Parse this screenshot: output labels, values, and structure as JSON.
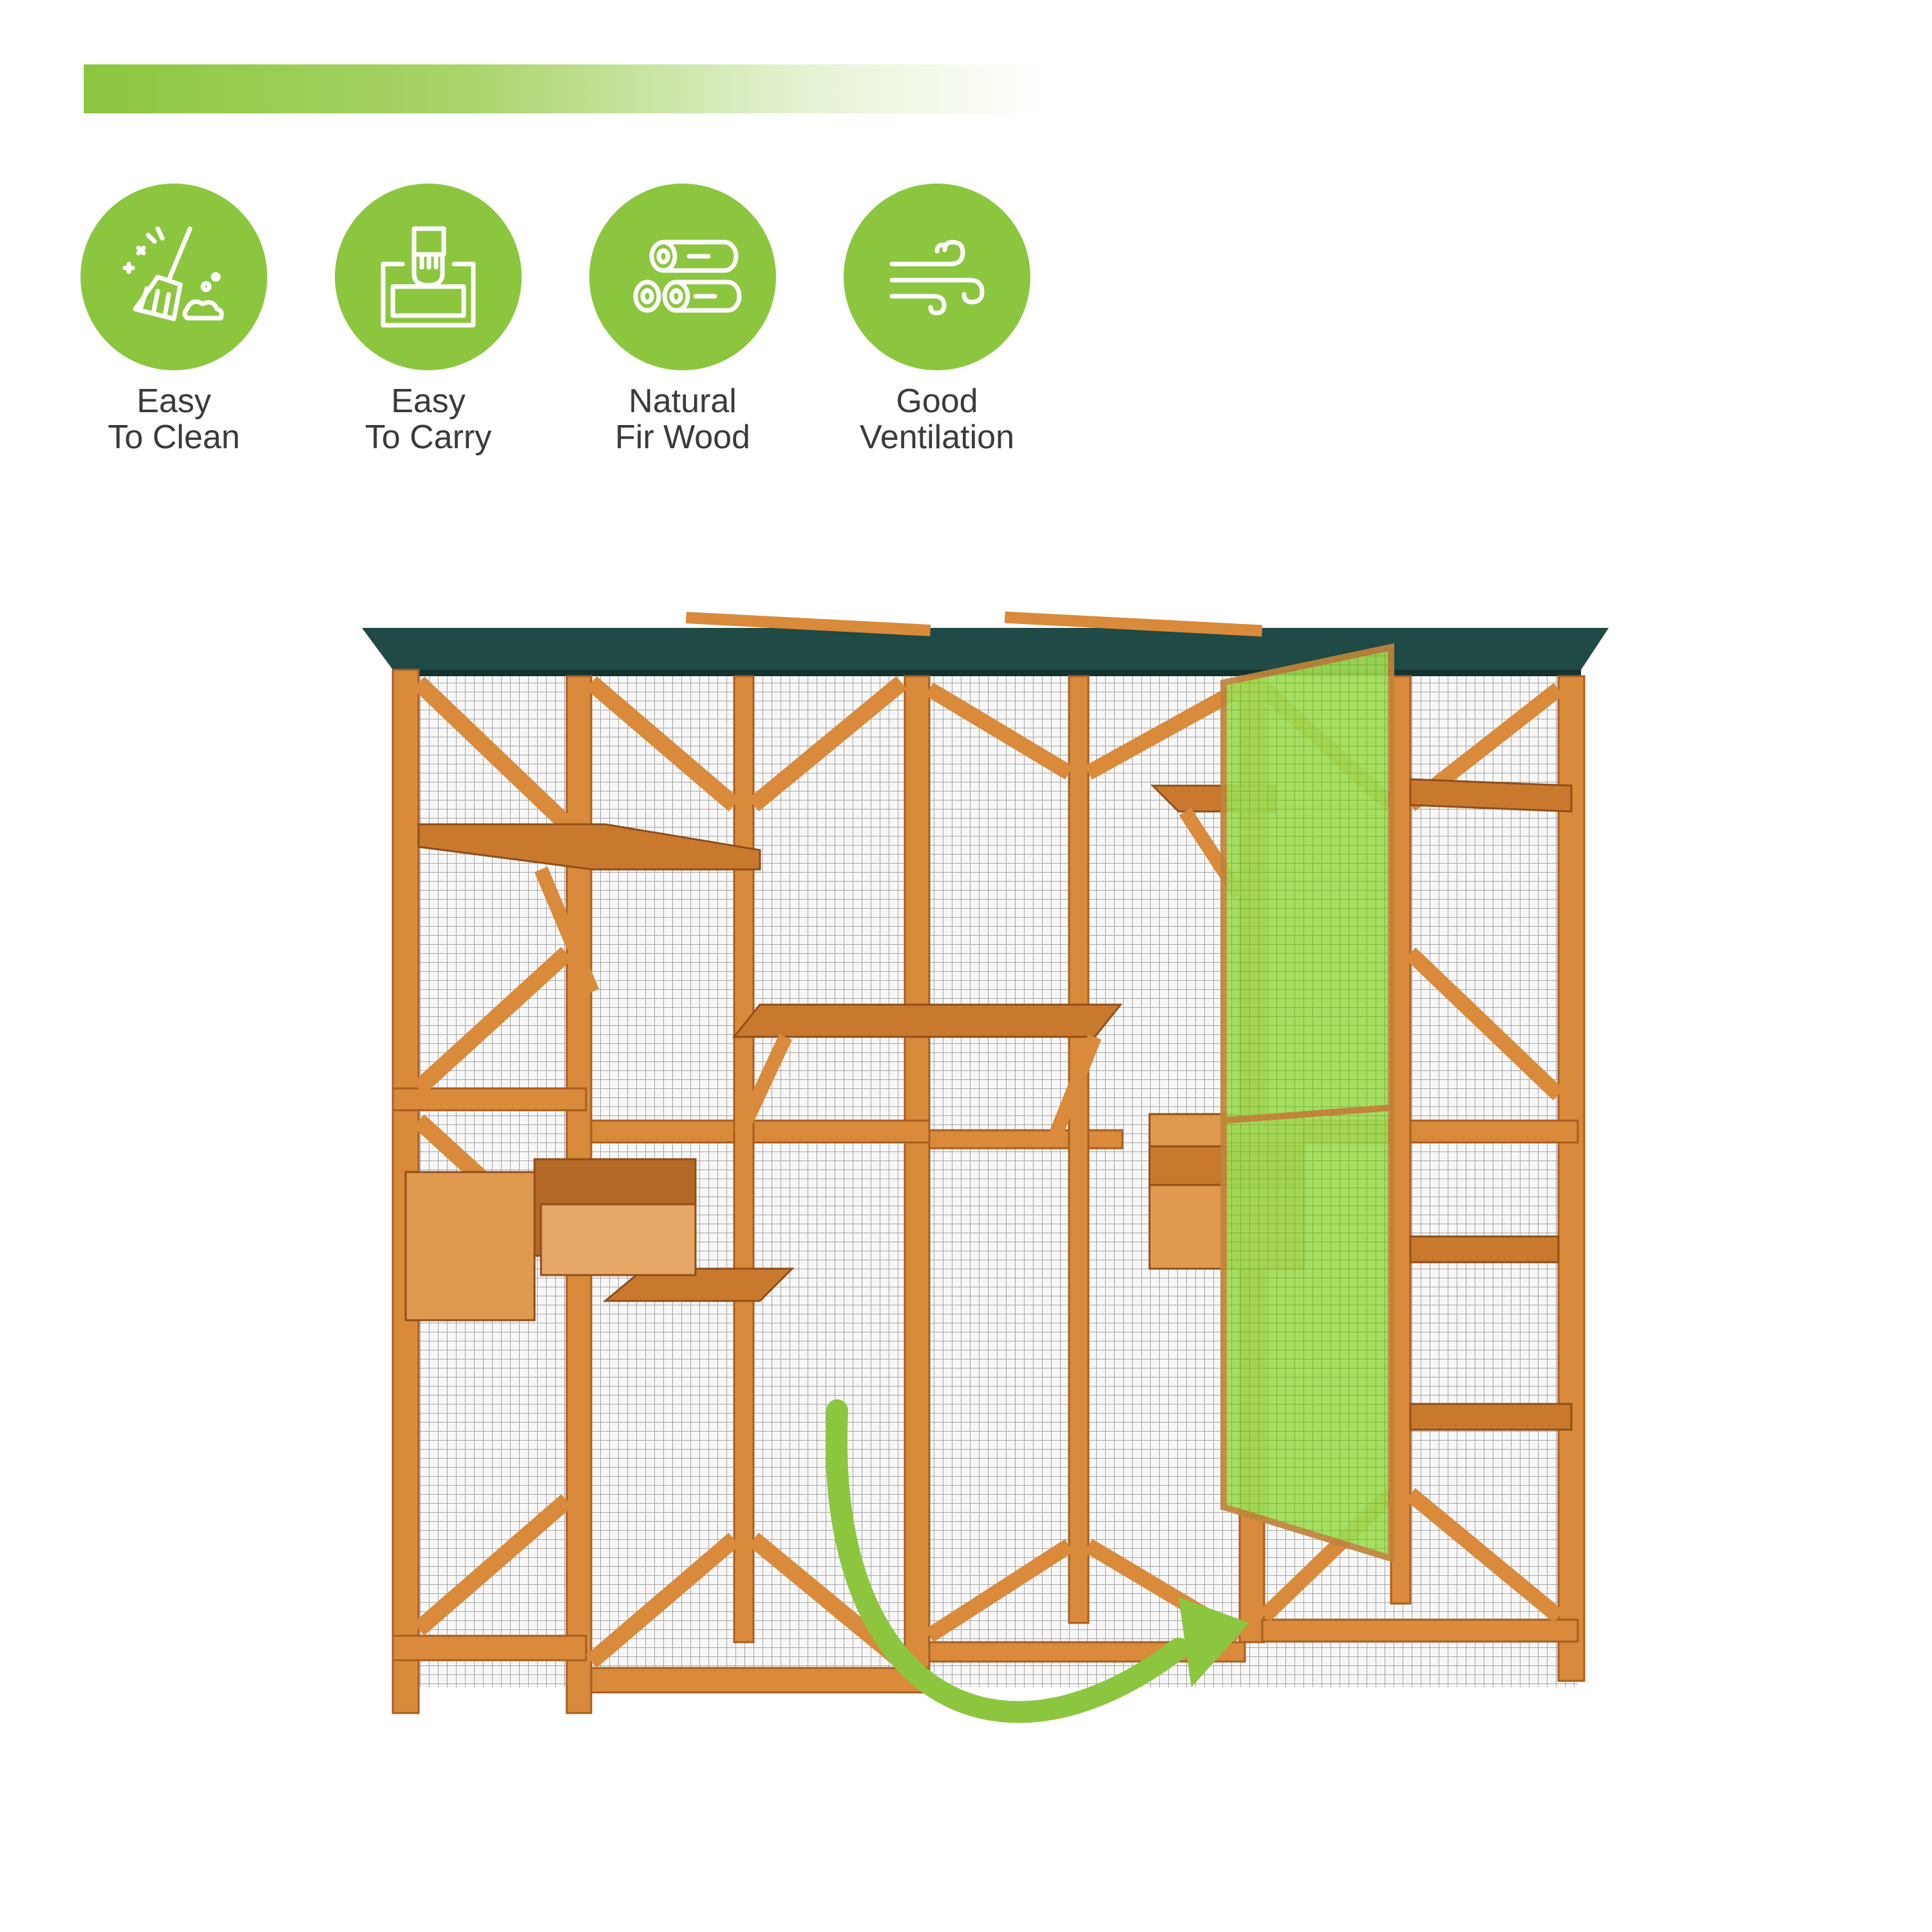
{
  "features": [
    {
      "line1": "Easy",
      "line2": "To Clean",
      "icon": "broom-icon"
    },
    {
      "line1": "Easy",
      "line2": "To Carry",
      "icon": "carry-box-icon"
    },
    {
      "line1": "Natural",
      "line2": "Fir Wood",
      "icon": "logs-icon"
    },
    {
      "line1": "Good",
      "line2": "Ventilation",
      "icon": "wind-icon"
    }
  ],
  "colors": {
    "accent": "#8cc63f",
    "wood": "#d98a3a",
    "wood_dark": "#b8692a",
    "roof": "#1f4a46",
    "door_highlight": "#8fd14f",
    "label_text": "#3a3a3a"
  }
}
